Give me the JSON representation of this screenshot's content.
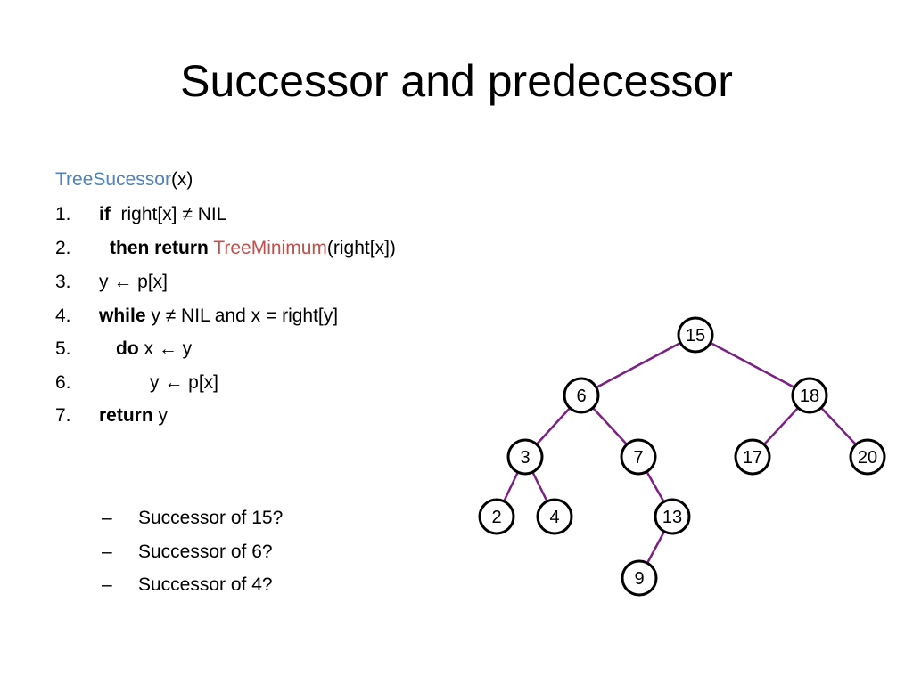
{
  "colors": {
    "function_blue": "#4f81bd",
    "function_red": "#c0504d",
    "edge_purple": "#7b1f86",
    "text": "#000000"
  },
  "title": "Successor and predecessor",
  "algorithm": {
    "name": "TreeSucessor",
    "params": "(x)",
    "steps": [
      {
        "num": "1.",
        "parts": [
          {
            "text": "if",
            "style": "kw"
          },
          {
            "text": "  right[x] ≠ NIL",
            "style": ""
          }
        ]
      },
      {
        "num": "2.",
        "parts": [
          {
            "text": "then return",
            "style": "kw"
          },
          {
            "text": " ",
            "style": ""
          },
          {
            "text": "TreeMinimum",
            "style": "red"
          },
          {
            "text": "(right[x])",
            "style": ""
          }
        ]
      },
      {
        "num": "3.",
        "parts": [
          {
            "text": "y ← p[x]",
            "style": ""
          }
        ]
      },
      {
        "num": "4.",
        "parts": [
          {
            "text": "while",
            "style": "kw"
          },
          {
            "text": " y ≠ NIL and x = right[y]",
            "style": ""
          }
        ]
      },
      {
        "num": "5.",
        "parts": [
          {
            "text": "do",
            "style": "kw"
          },
          {
            "text": " x ← y",
            "style": ""
          }
        ]
      },
      {
        "num": "6.",
        "parts": [
          {
            "text": "y ← p[x]",
            "style": ""
          }
        ]
      },
      {
        "num": "7.",
        "parts": [
          {
            "text": "return",
            "style": "kw"
          },
          {
            "text": " y",
            "style": ""
          }
        ]
      }
    ]
  },
  "questions": [
    {
      "dash": "–",
      "text": "Successor of 15?"
    },
    {
      "dash": "–",
      "text": "Successor of 6?"
    },
    {
      "dash": "–",
      "text": "Successor of 4?"
    }
  ],
  "tree": {
    "nodes": [
      {
        "id": "15",
        "label": "15"
      },
      {
        "id": "6",
        "label": "6"
      },
      {
        "id": "18",
        "label": "18"
      },
      {
        "id": "3",
        "label": "3"
      },
      {
        "id": "7",
        "label": "7"
      },
      {
        "id": "17",
        "label": "17"
      },
      {
        "id": "20",
        "label": "20"
      },
      {
        "id": "2",
        "label": "2"
      },
      {
        "id": "4",
        "label": "4"
      },
      {
        "id": "13",
        "label": "13"
      },
      {
        "id": "9",
        "label": "9"
      }
    ],
    "edges": [
      [
        "15",
        "6"
      ],
      [
        "15",
        "18"
      ],
      [
        "6",
        "3"
      ],
      [
        "6",
        "7"
      ],
      [
        "18",
        "17"
      ],
      [
        "18",
        "20"
      ],
      [
        "3",
        "2"
      ],
      [
        "3",
        "4"
      ],
      [
        "7",
        "13"
      ],
      [
        "13",
        "9"
      ]
    ]
  }
}
